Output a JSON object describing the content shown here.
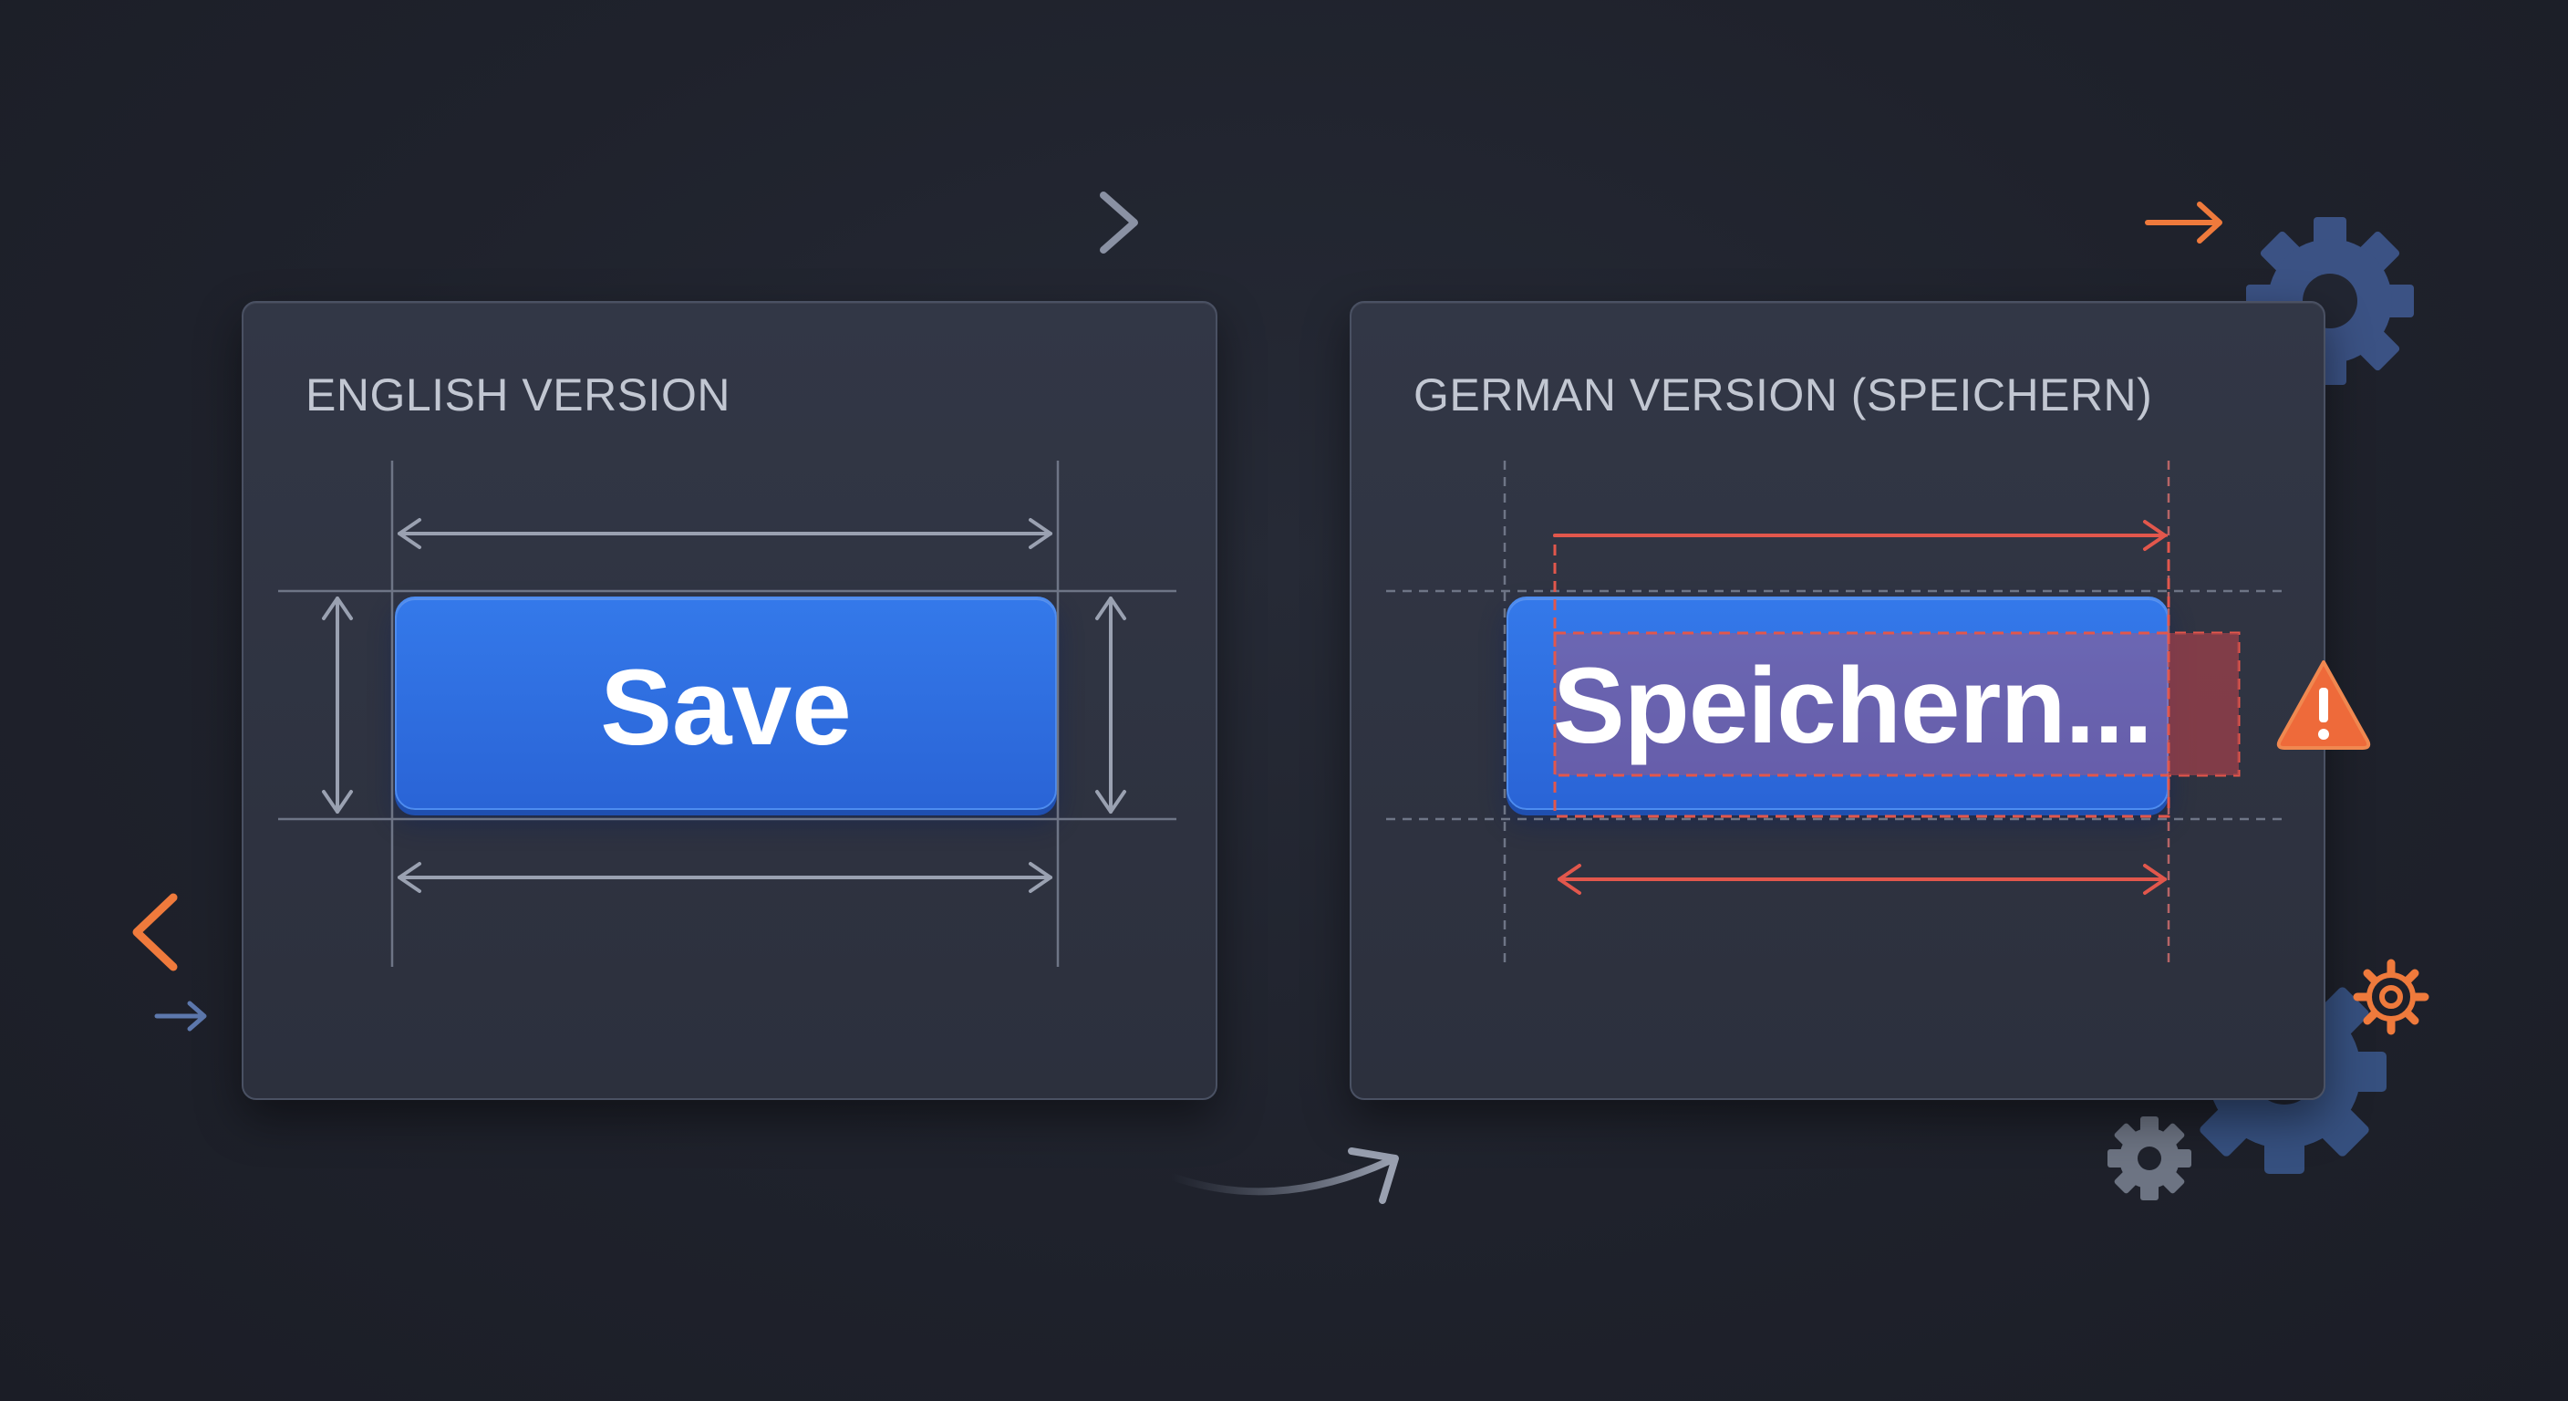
{
  "english_panel": {
    "title": "ENGLISH VERSION",
    "button_label": "Save"
  },
  "german_panel": {
    "title": "GERMAN VERSION (SPEICHERN)",
    "button_label": "Speichern..."
  },
  "icons": {
    "warning": "warning-triangle-icon",
    "gears": [
      "gear-icon-large-top",
      "gear-icon-orange",
      "gear-icon-large-bottom",
      "gear-icon-small"
    ],
    "arrows": [
      "arrow-right-icon",
      "chevron-left-icon",
      "curved-arrow-icon"
    ]
  },
  "colors": {
    "background": "#1f222c",
    "panel": "#2f3442",
    "button_blue": "#2f6fe4",
    "guide_gray": "#8a91a3",
    "overflow_red": "#e2574c",
    "accent_orange": "#ef7a3c"
  }
}
